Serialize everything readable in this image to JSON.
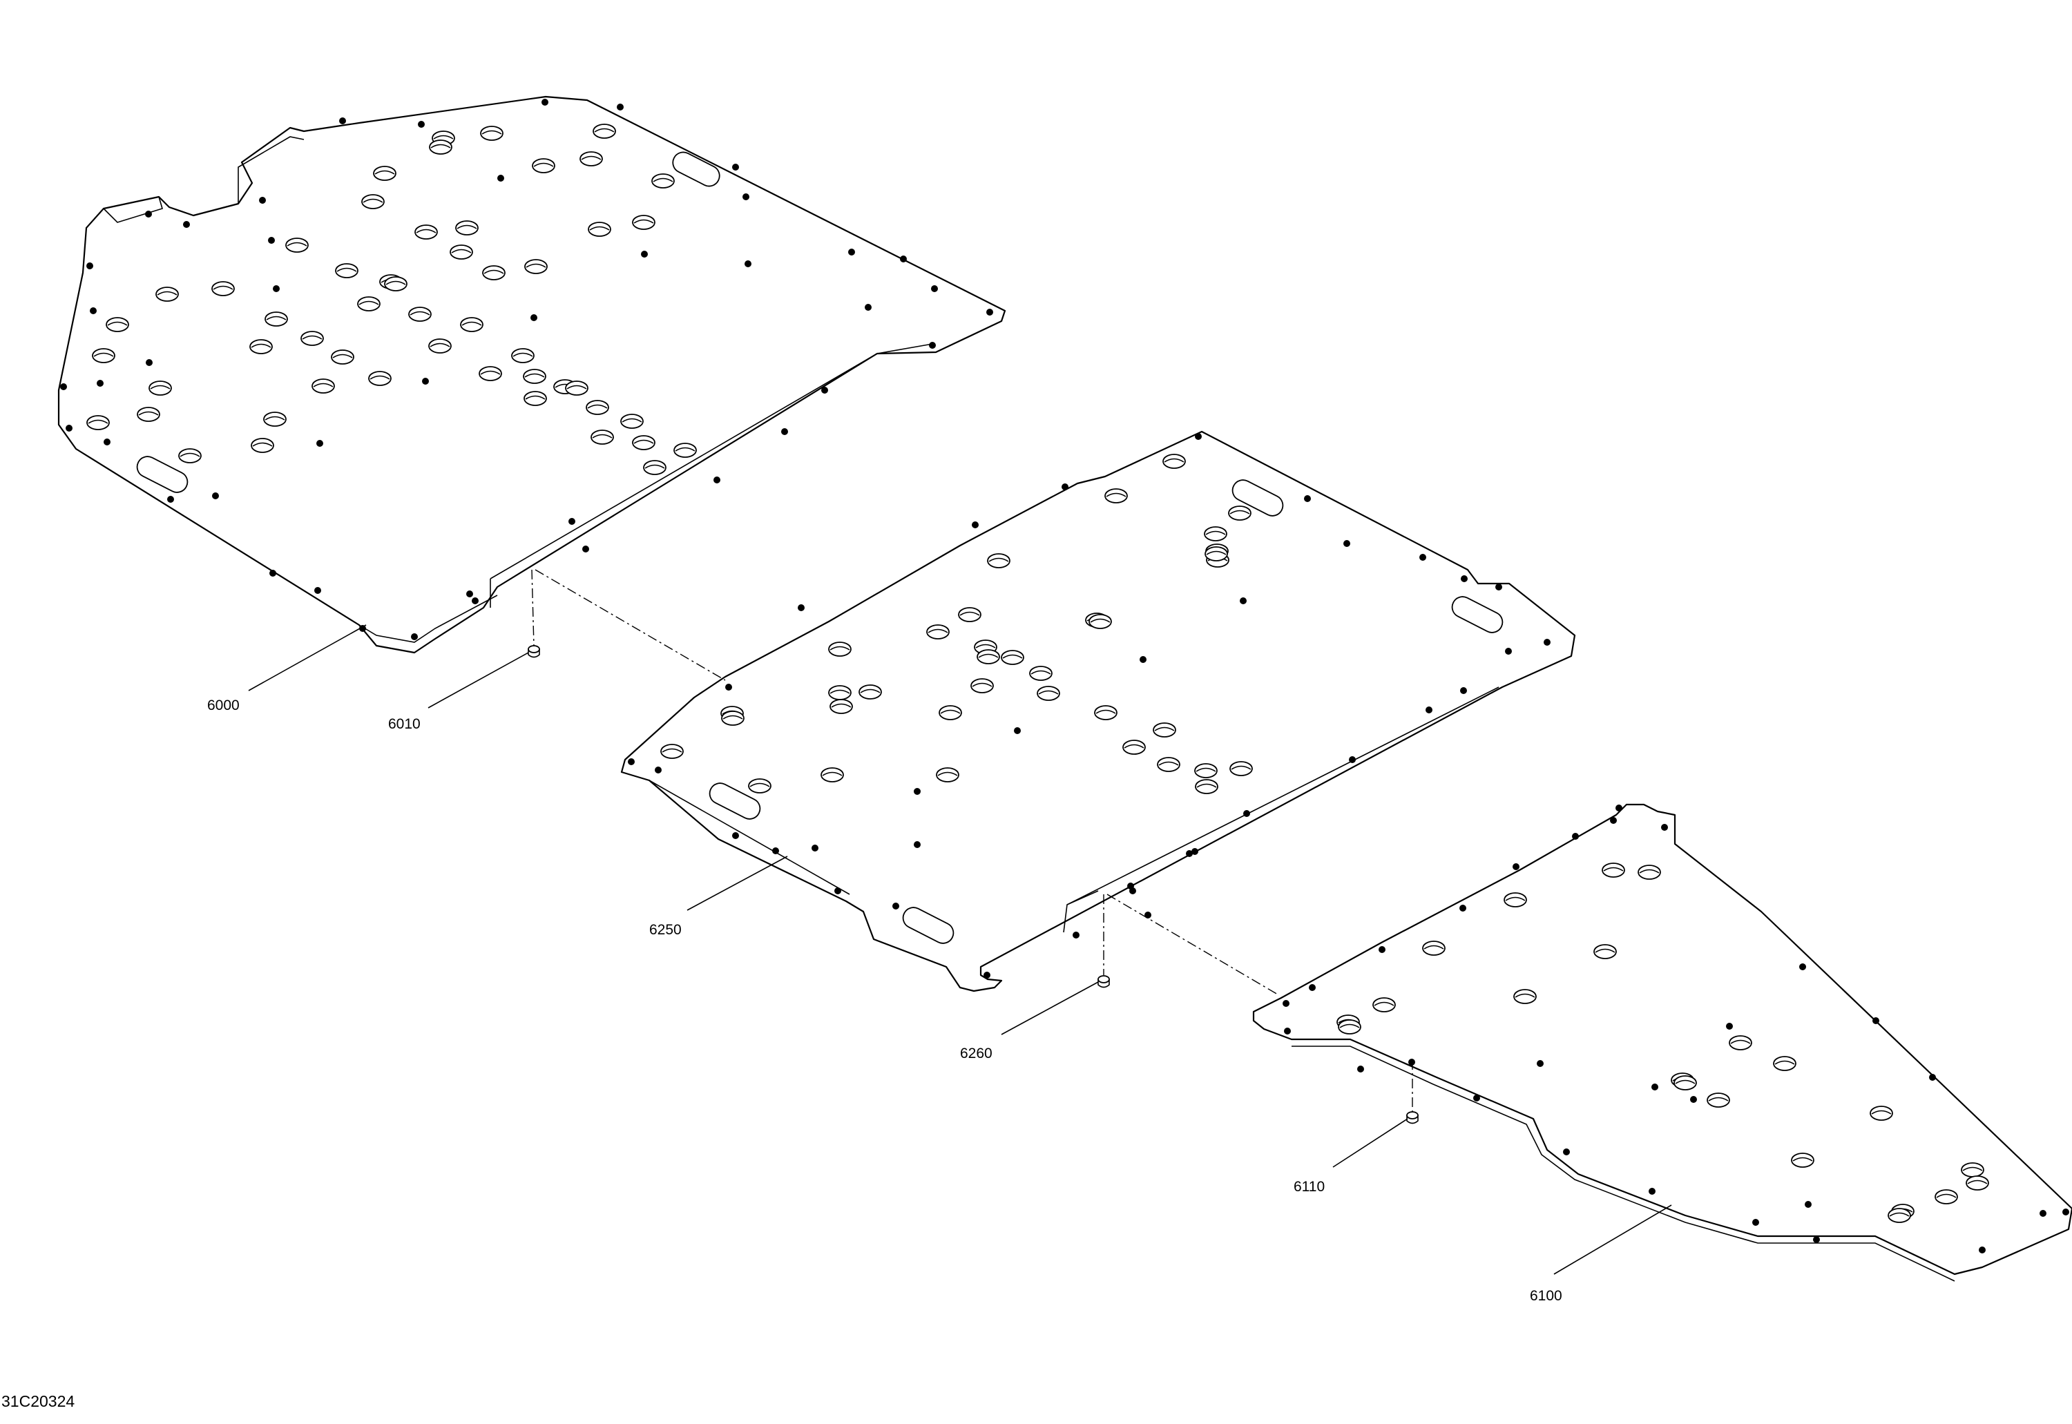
{
  "diagram": {
    "figure_code": "31C20324",
    "parts": [
      {
        "ref": "6000"
      },
      {
        "ref": "6010"
      },
      {
        "ref": "6250"
      },
      {
        "ref": "6260"
      },
      {
        "ref": "6110"
      },
      {
        "ref": "6100"
      }
    ]
  }
}
